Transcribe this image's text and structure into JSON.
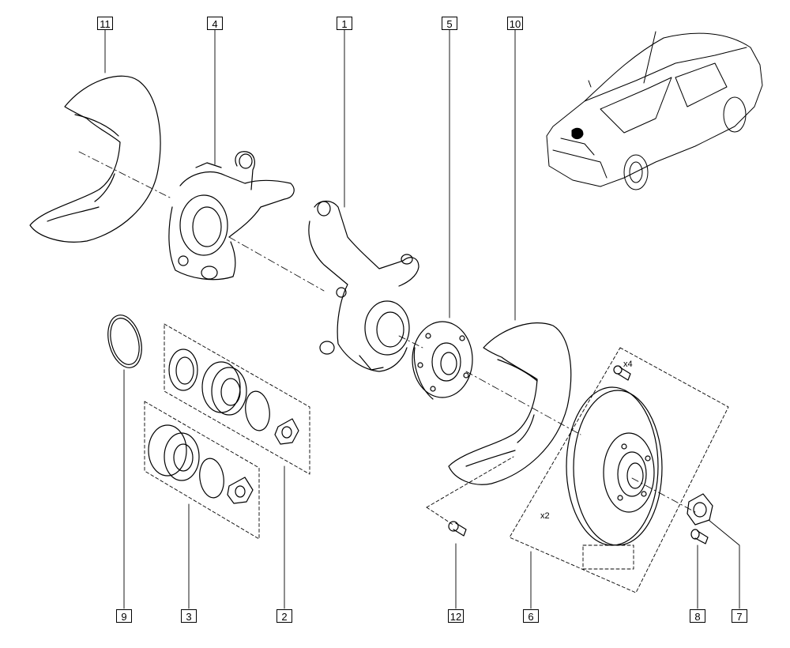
{
  "callouts": [
    "11",
    "4",
    "1",
    "5",
    "10",
    "9",
    "3",
    "2",
    "12",
    "6",
    "8",
    "7"
  ],
  "quantities": {
    "bolt_top": "x4",
    "bolt_disc": "x2"
  },
  "colors": {
    "line": "#000000",
    "background": "#ffffff"
  }
}
